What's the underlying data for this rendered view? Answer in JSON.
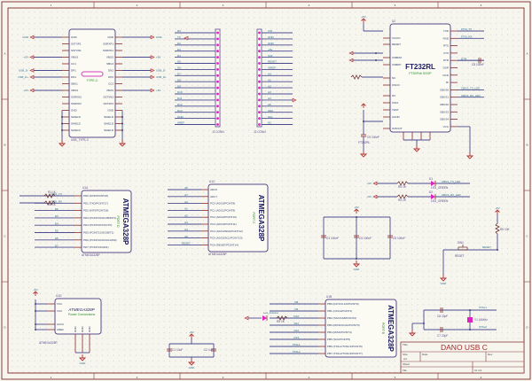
{
  "sheet": {
    "title": "DANO USB C",
    "title_block": {
      "sheet_label": "Sheet",
      "file_label": "File",
      "title_label": "Title",
      "size_label": "Size",
      "size": "A4",
      "date_label": "Date",
      "revision_label": "Rev",
      "id_label": "Id: 1/1"
    },
    "columns": [
      "1",
      "2",
      "3",
      "4",
      "5",
      "6"
    ],
    "rows": [
      "A",
      "B",
      "C",
      "D"
    ]
  },
  "colors": {
    "wire": "#4a4a90",
    "power": "#b03030",
    "led": "#e020c0",
    "title": "#a52a2a"
  },
  "usb": {
    "ref": "USB_TYPE-C",
    "label": "TYPE-C",
    "left_pins": [
      "GND",
      "SSTXP1",
      "SSTXN1",
      "VBUS",
      "CC1",
      "DP1",
      "DN1",
      "SBU1",
      "VBUS",
      "SSRXN2",
      "SSRXP2",
      "GND",
      "SHIELD",
      "SHIELD",
      "SHIELD"
    ],
    "right_pins": [
      "GND",
      "SSRXP1",
      "SSRXN1",
      "VBUS",
      "SBU2",
      "DN2",
      "DP2",
      "CC2",
      "VBUS",
      "SSTXN2",
      "SSTXP2",
      "GND",
      "SHIELD",
      "SHIELD",
      "SHIELD"
    ],
    "left_nets": [
      "GND",
      "",
      "",
      "+5V",
      "",
      "USB_D-",
      "USB_D+",
      "",
      "+5V",
      "",
      "",
      "",
      "",
      "",
      ""
    ],
    "right_nets": [
      "GND",
      "",
      "",
      "+5V",
      "",
      "USB_D-",
      "USB_D+",
      "",
      "+5V",
      "",
      "",
      "",
      "",
      "",
      ""
    ]
  },
  "headers": {
    "left_ref": "J1 CONN",
    "right_ref": "J2 CONN",
    "left_nets": [
      "RX",
      "TX",
      "D2",
      "D3",
      "D4",
      "D5",
      "D6",
      "D7",
      "D8",
      "D9",
      "D10",
      "D11",
      "D12",
      "D13",
      "GND",
      "AREF"
    ],
    "right_nets": [
      "VIN",
      "GND",
      "GND",
      "+5V",
      "3V3",
      "RESET",
      "IOREF",
      "A0",
      "A1",
      "A2",
      "A3",
      "A4",
      "A5",
      "SDA",
      "SCL",
      "NC"
    ]
  },
  "ft232": {
    "ref": "U2",
    "name": "FT232RL",
    "sub": "FTDI/Ftdi SSOP",
    "left_pins": [
      "VCCIO",
      "RESET",
      "USBDM",
      "USBDP",
      "NC",
      "OSCO",
      "NC",
      "OSCI",
      "TEST",
      "AGND",
      "3V3OUT"
    ],
    "right_pins": [
      "TXD",
      "RXD",
      "RTS",
      "CTS",
      "DTR",
      "DSR",
      "DCD",
      "RI",
      "CBUS0",
      "CBUS1",
      "CBUS2",
      "CBUS3",
      "CBUS4",
      "VCC"
    ],
    "right_nets": [
      "FTDI_TX",
      "FTDI_RX",
      "",
      "",
      "DTR",
      "",
      "",
      "",
      "CBUS_TX_LED",
      "CBUS_RX_LED",
      "",
      "",
      "",
      ""
    ],
    "cap": "C8 100nF",
    "vcc": "+5V",
    "cap2": "C9 100nF",
    "ref_bottom": "FT232RL"
  },
  "atmega_d": {
    "ref": "U1A",
    "name": "ATMEGA328P",
    "sub": "PORT D",
    "pins": [
      "PD0 (RXD/PCINT16)",
      "PD1 (TXD/PCINT17)",
      "PD2 (INT0/PCINT18)",
      "PD3 (PCINT19/OC2B/INT1)",
      "PD4 (PCINT20/XCK/T0)",
      "PD5 (PCINT21/OC0B/T1)",
      "PD6 (PCINT22/OC0A/AIN0)",
      "PD7 (PCINT23/AIN1)"
    ],
    "nets": [
      "FTDI_TX",
      "FTDI_RX",
      "D2",
      "D3",
      "D4",
      "D5",
      "D6",
      "D7"
    ],
    "resistors": [
      "R1 1K",
      "R2 1K"
    ],
    "footprint": "ATMEGA328P"
  },
  "atmega_c": {
    "ref": "U1C",
    "name": "ATMEGA328P",
    "sub": "PORT C",
    "pins": [
      "ADC6",
      "ADC7",
      "PC0 (ADC0/PCINT8)",
      "PC1 (ADC1/PCINT9)",
      "PC2 (ADC2/PCINT10)",
      "PC3 (ADC3/PCINT11)",
      "PC4 (ADC4/SDA/PCINT12)",
      "PC5 (ADC5/SCL/PCINT13)",
      "PC6 (RESET/PCINT14)"
    ],
    "nets": [
      "A6",
      "A7",
      "A0",
      "A1",
      "A2",
      "A3",
      "A4",
      "A5",
      "RESET"
    ],
    "footprint": "ATMEGA328P"
  },
  "atmega_p": {
    "ref": "U1D",
    "name": "ATMEGA328P",
    "sub": "Power Connections",
    "pins": [
      "VCC",
      "VCC",
      "AVCC",
      "AREF"
    ],
    "bottom_pins": [
      "GND",
      "GND",
      "GND"
    ],
    "vcc": "+5V",
    "gnd": "GND",
    "footprint": "ATMEGA328P"
  },
  "atmega_b": {
    "ref": "U1B",
    "name": "ATMEGA328P",
    "sub": "PORT B",
    "pins": [
      "PB0 (ICP1/CLKO/PCINT0)",
      "PB1 (OC1A/PCINT1)",
      "PB2 (SS/OC1B/PCINT2)",
      "PB3 (MOSI/OC2A/PCINT3)",
      "PB4 (MISO/PCINT4)",
      "PB5 (SCK/PCINT5)",
      "PB6 (XTAL1/TOSC1/PCINT6)",
      "PB7 (XTAL2/TOSC2/PCINT7)"
    ],
    "nets": [
      "D8",
      "D9",
      "D10",
      "D11",
      "D12",
      "D13",
      "XTAL1",
      "XTAL2"
    ],
    "led_label": "Led_Arduino",
    "led_res": "R5 1K",
    "gnd": "GND"
  },
  "leds": [
    {
      "ref": "D1",
      "label": "LED_GREEN",
      "res": "R3 1K",
      "vcc": "+5V",
      "net": "CBUS_TX_LED"
    },
    {
      "ref": "D2",
      "label": "LED_GREEN",
      "res": "R4 1K",
      "vcc": "+5V",
      "net": "CBUS_RX_LED"
    }
  ],
  "decoupling": {
    "caps": [
      "C3 100nF",
      "C4 100nF",
      "C5 100nF"
    ],
    "vcc": "+5V",
    "gnd": "GND"
  },
  "reset": {
    "button": "RESET",
    "resistor": "R6 10K",
    "vcc": "+5V",
    "gnd": "GND",
    "net": "RESET",
    "sw": "SW1"
  },
  "bulk": {
    "caps": [
      "C1 10uF",
      "C2 1uF"
    ],
    "vcc": "+5V",
    "gnd": "GND"
  },
  "crystal": {
    "caps": [
      "C6 22pF",
      "C7 22pF"
    ],
    "xtal": "Y1 16MHz",
    "nets": [
      "XTAL1",
      "XTAL2"
    ],
    "gnd": "GND"
  }
}
